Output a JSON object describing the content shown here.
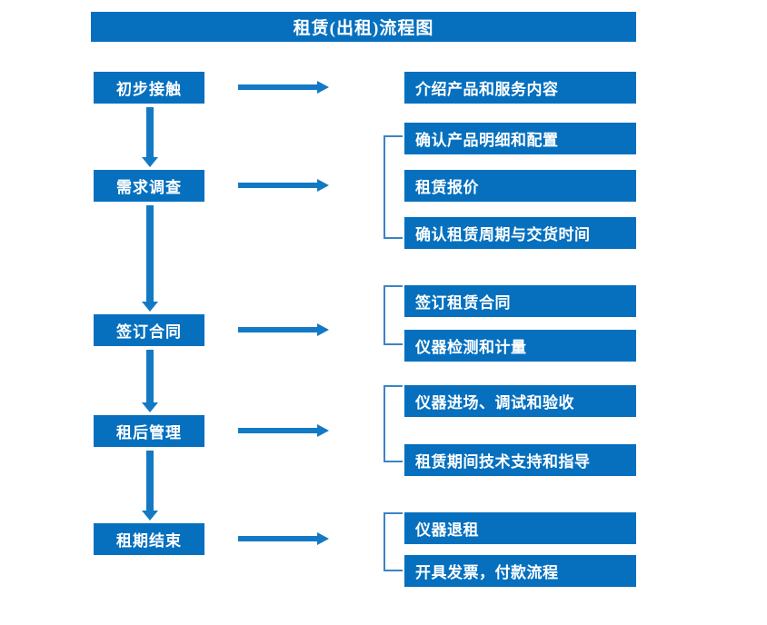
{
  "diagram": {
    "title": "租赁(出租)流程图",
    "accent_color": "#0670bf",
    "connector_color": "#1379c4",
    "bracket_color": "#3c83c4",
    "stages": [
      {
        "label": "初步接触"
      },
      {
        "label": "需求调查"
      },
      {
        "label": "签订合同"
      },
      {
        "label": "租后管理"
      },
      {
        "label": "租期结束"
      }
    ],
    "details": [
      {
        "label": "介绍产品和服务内容"
      },
      {
        "label": "确认产品明细和配置"
      },
      {
        "label": "租赁报价"
      },
      {
        "label": "确认租赁周期与交货时间"
      },
      {
        "label": "签订租赁合同"
      },
      {
        "label": "仪器检测和计量"
      },
      {
        "label": "仪器进场、调试和验收"
      },
      {
        "label": "租赁期间技术支持和指导"
      },
      {
        "label": "仪器退租"
      },
      {
        "label": "开具发票，付款流程"
      }
    ]
  }
}
